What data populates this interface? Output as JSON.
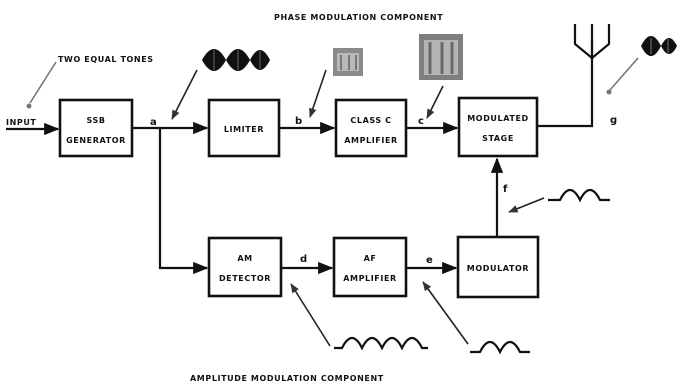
{
  "diagram": {
    "title_top": "PHASE MODULATION COMPONENT",
    "title_bottom": "AMPLITUDE MODULATION COMPONENT",
    "input_label": "INPUT",
    "tones_label": "TWO EQUAL TONES",
    "blocks": {
      "ssb": [
        "SSB",
        "GENERATOR"
      ],
      "limiter": [
        "LIMITER"
      ],
      "classc": [
        "CLASS C",
        "AMPLIFIER"
      ],
      "modstage": [
        "MODULATED",
        "STAGE"
      ],
      "am": [
        "AM",
        "DETECTOR"
      ],
      "af": [
        "AF",
        "AMPLIFIER"
      ],
      "modulator": [
        "MODULATOR"
      ]
    },
    "points": {
      "a": "a",
      "b": "b",
      "c": "c",
      "d": "d",
      "e": "e",
      "f": "f",
      "g": "g"
    }
  }
}
